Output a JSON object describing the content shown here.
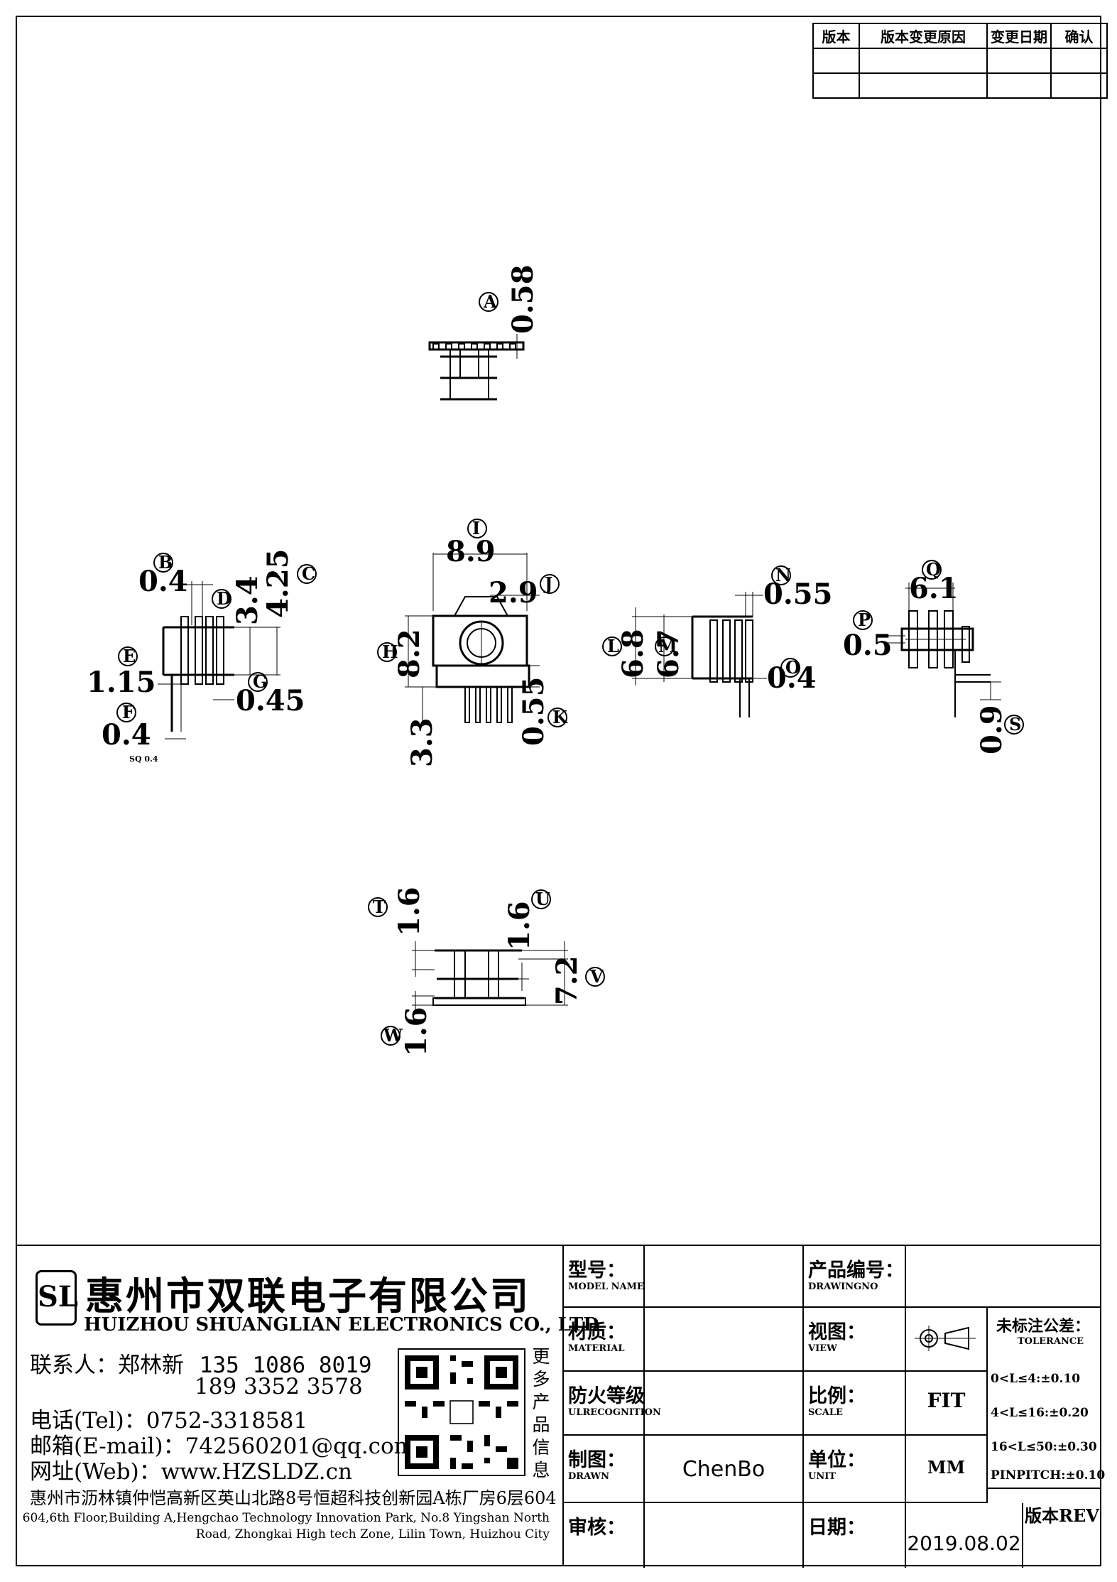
{
  "revision_table": {
    "headers": [
      "版本",
      "版本变更原因",
      "变更日期",
      "确认"
    ]
  },
  "dimensions": {
    "A": "0.58",
    "B": "0.4",
    "C": "4.25",
    "D": "3.4",
    "E": "1.15",
    "F": "0.4",
    "G": "0.45",
    "H": "8.2",
    "I": "8.9",
    "J": "2.9",
    "K": "0.55",
    "L": "6.8",
    "M": "6.7",
    "N": "0.55",
    "O": "0.4",
    "P": "0.5",
    "Q": "6.1",
    "S": "0.9",
    "T": "1.6",
    "U": "1.6",
    "V": "7.2",
    "W": "1.6",
    "pin_depth": "3.3",
    "pin_note": "SQ 0.4"
  },
  "company": {
    "logo": "SL",
    "name_cn": "惠州市双联电子有限公司",
    "name_en": "HUIZHOU SHUANGLIAN ELECTRONICS CO., LTD",
    "contact": "联系人：郑林新",
    "phone1": "135 1086 8019",
    "phone2": "189 3352 3578",
    "tel": "电话(Tel)：0752-3318581",
    "email": "邮箱(E-mail)：742560201@qq.com",
    "web": "网址(Web)：www.HZSLDZ.cn",
    "more": "更多产品信息",
    "address_cn": "惠州市沥林镇仲恺高新区英山北路8号恒超科技创新园A栋厂房6层604",
    "address_en_1": "604,6th Floor,Building A,Hengchao Technology Innovation Park, No.8 Yingshan North",
    "address_en_2": "Road, Zhongkai High tech Zone, Lilin Town, Huizhou City"
  },
  "title_block": {
    "model_label": "型号：",
    "model_label_en": "MODEL NAME",
    "model_value": "",
    "drawing_no_label": "产品编号：",
    "drawing_no_label_en": "DRAWINGNO",
    "drawing_no_value": "",
    "material_label": "材质：",
    "material_label_en": "MATERIAL",
    "material_value": "",
    "view_label": "视图：",
    "view_label_en": "VIEW",
    "tolerance_label": "未标注公差：",
    "tolerance_label_en": "TOLERANCE",
    "tolerances": [
      "0<L≤4:±0.10",
      "4<L≤16:±0.20",
      "16<L≤50:±0.30",
      "PINPITCH:±0.10"
    ],
    "fire_label": "防火等级",
    "fire_label_en": "ULRECOGNITION",
    "fire_value": "",
    "scale_label": "比例：",
    "scale_label_en": "SCALE",
    "scale_value": "FIT",
    "drawn_label": "制图：",
    "drawn_label_en": "DRAWN",
    "drawn_value": "ChenBo",
    "unit_label": "单位：",
    "unit_label_en": "UNIT",
    "unit_value": "MM",
    "check_label": "审核：",
    "check_value": "",
    "date_label": "日期：",
    "date_value": "2019.08.02",
    "rev_label": "版本REV"
  }
}
